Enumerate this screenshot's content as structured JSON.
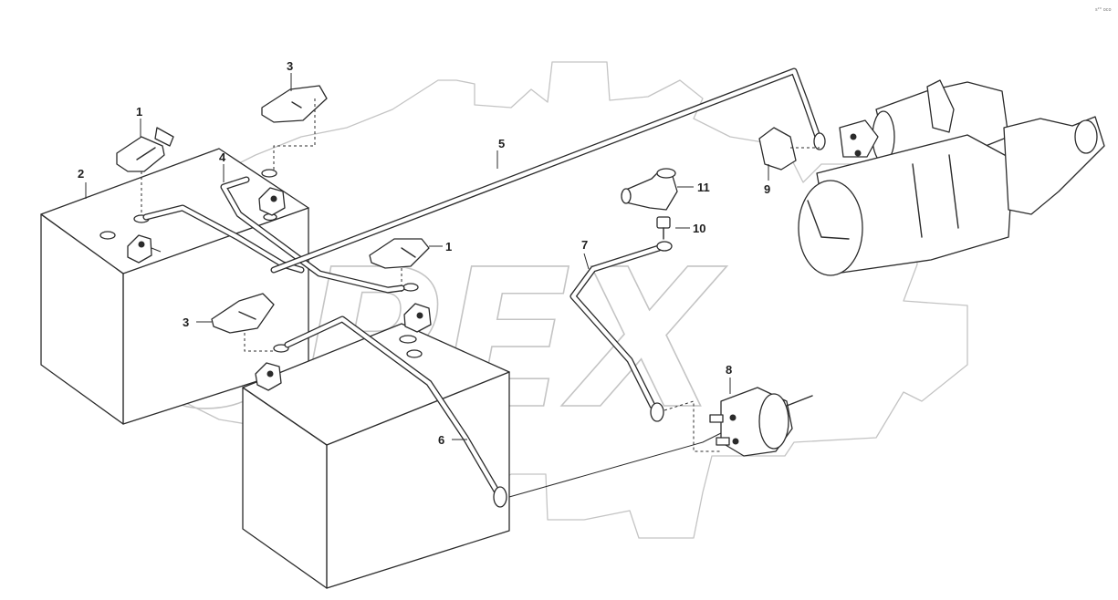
{
  "watermark": {
    "text": "OPEX",
    "color": "#c4c4c4"
  },
  "corner_mark": "s²° oco",
  "callouts": {
    "c1a": "1",
    "c1b": "1",
    "c2": "2",
    "c3a": "3",
    "c3b": "3",
    "c4": "4",
    "c5": "5",
    "c6": "6",
    "c7": "7",
    "c8": "8",
    "c9": "9",
    "c10": "10",
    "c11": "11"
  },
  "colors": {
    "line": "#2b2b2b",
    "background": "#ffffff"
  }
}
